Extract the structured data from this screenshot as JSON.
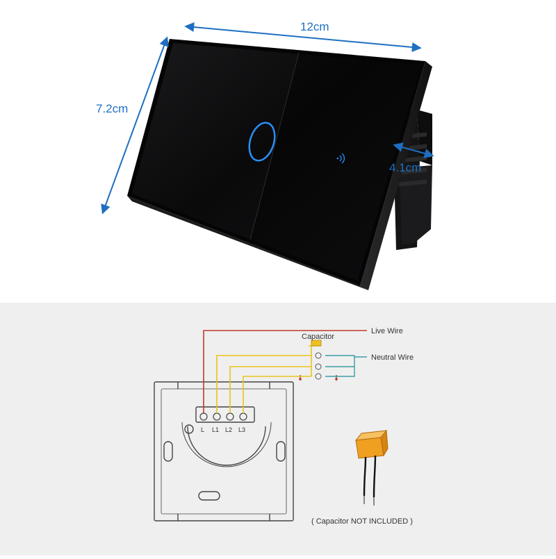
{
  "dimensions": {
    "width": "12cm",
    "height": "7.2cm",
    "depth": "4.1cm"
  },
  "wiring": {
    "capacitor_label": "Capacitor",
    "live_wire_label": "Live Wire",
    "neutral_wire_label": "Neutral Wire",
    "terminals": [
      "L",
      "L1",
      "L2",
      "L3"
    ],
    "capacitor_note": "( Capacitor NOT INCLUDED )"
  },
  "colors": {
    "dimension_blue": "#1e6fc0",
    "live_wire": "#c0392b",
    "load_wire": "#e8c41a",
    "neutral_wire": "#3a9ea5",
    "switch_glass": "#0b0b0c",
    "touch_ring": "#2a8ff7",
    "capacitor_body": "#f0a020",
    "panel_bg": "#efefef"
  },
  "icons": {
    "touch_button": "ring-touch-icon",
    "rf_indicator": "wifi-signal-icon",
    "bulb": "light-bulb-icon"
  }
}
